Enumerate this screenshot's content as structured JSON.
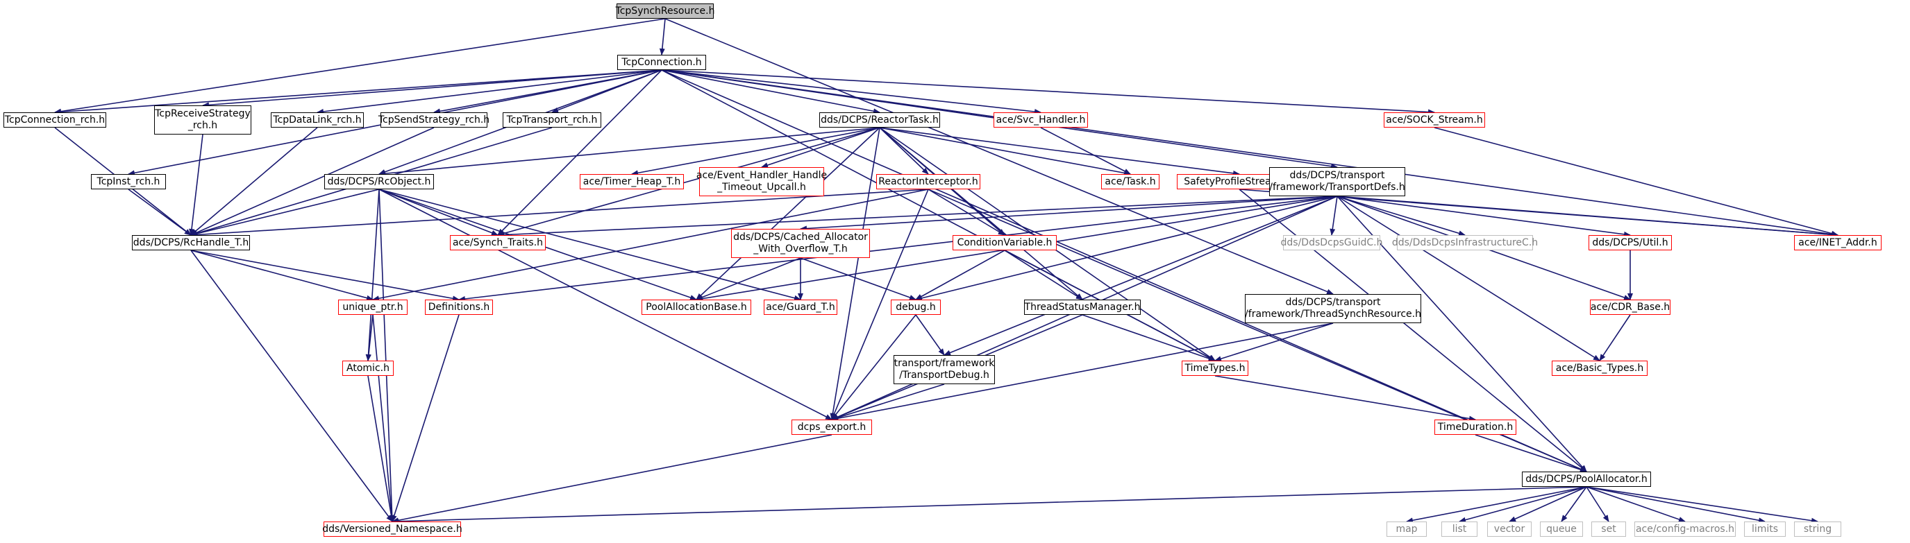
{
  "colors": {
    "edge": "#191970",
    "documented_border": "#000000",
    "undocumented_border": "#ff0000",
    "system_border": "#bfbfbf",
    "root_fill": "#bfbfbf"
  },
  "nodes": [
    {
      "id": "root",
      "label": "TcpSynchResource.h",
      "kind": "root"
    },
    {
      "id": "tcpconn",
      "label": "TcpConnection.h",
      "kind": "black"
    },
    {
      "id": "conn_rch",
      "label": "TcpConnection_rch.h",
      "kind": "black"
    },
    {
      "id": "recvstrat",
      "label": "TcpReceiveStrategy\n_rch.h",
      "kind": "black"
    },
    {
      "id": "datalink",
      "label": "TcpDataLink_rch.h",
      "kind": "black"
    },
    {
      "id": "sendstrat",
      "label": "TcpSendStrategy_rch.h",
      "kind": "black"
    },
    {
      "id": "transport_rch",
      "label": "TcpTransport_rch.h",
      "kind": "black"
    },
    {
      "id": "reactortask",
      "label": "dds/DCPS/ReactorTask.h",
      "kind": "black"
    },
    {
      "id": "svc",
      "label": "ace/Svc_Handler.h",
      "kind": "red"
    },
    {
      "id": "sock",
      "label": "ace/SOCK_Stream.h",
      "kind": "red"
    },
    {
      "id": "inst_rch",
      "label": "TcpInst_rch.h",
      "kind": "black"
    },
    {
      "id": "rcobject",
      "label": "dds/DCPS/RcObject.h",
      "kind": "black"
    },
    {
      "id": "timerheap",
      "label": "ace/Timer_Heap_T.h",
      "kind": "red"
    },
    {
      "id": "evhandler",
      "label": "ace/Event_Handler_Handle\n_Timeout_Upcall.h",
      "kind": "red"
    },
    {
      "id": "task",
      "label": "ace/Task.h",
      "kind": "red"
    },
    {
      "id": "reactorint",
      "label": "ReactorInterceptor.h",
      "kind": "red"
    },
    {
      "id": "safety",
      "label": "SafetyProfileStreams.h",
      "kind": "red"
    },
    {
      "id": "transportdefs",
      "label": "dds/DCPS/transport\n/framework/TransportDefs.h",
      "kind": "black"
    },
    {
      "id": "rchandle",
      "label": "dds/DCPS/RcHandle_T.h",
      "kind": "black"
    },
    {
      "id": "synchtraits",
      "label": "ace/Synch_Traits.h",
      "kind": "red"
    },
    {
      "id": "cachedalloc",
      "label": "dds/DCPS/Cached_Allocator\n_With_Overflow_T.h",
      "kind": "red"
    },
    {
      "id": "condvar",
      "label": "ConditionVariable.h",
      "kind": "red"
    },
    {
      "id": "guidc",
      "label": "dds/DdsDcpsGuidC.h",
      "kind": "grey"
    },
    {
      "id": "infrac",
      "label": "dds/DdsDcpsInfrastructureC.h",
      "kind": "grey"
    },
    {
      "id": "util",
      "label": "dds/DCPS/Util.h",
      "kind": "red"
    },
    {
      "id": "inetaddr",
      "label": "ace/INET_Addr.h",
      "kind": "red"
    },
    {
      "id": "uniqueptr",
      "label": "unique_ptr.h",
      "kind": "red"
    },
    {
      "id": "definitions",
      "label": "Definitions.h",
      "kind": "red"
    },
    {
      "id": "poolallocbase",
      "label": "PoolAllocationBase.h",
      "kind": "red"
    },
    {
      "id": "guard",
      "label": "ace/Guard_T.h",
      "kind": "red"
    },
    {
      "id": "debug",
      "label": "debug.h",
      "kind": "red"
    },
    {
      "id": "threadstatus",
      "label": "ThreadStatusManager.h",
      "kind": "black"
    },
    {
      "id": "threadsynch",
      "label": "dds/DCPS/transport\n/framework/ThreadSynchResource.h",
      "kind": "black"
    },
    {
      "id": "cdrbase",
      "label": "ace/CDR_Base.h",
      "kind": "red"
    },
    {
      "id": "atomic",
      "label": "Atomic.h",
      "kind": "red"
    },
    {
      "id": "transportdebug",
      "label": "transport/framework\n/TransportDebug.h",
      "kind": "black"
    },
    {
      "id": "timetypes",
      "label": "TimeTypes.h",
      "kind": "red"
    },
    {
      "id": "basictypes",
      "label": "ace/Basic_Types.h",
      "kind": "red"
    },
    {
      "id": "dcpsexport",
      "label": "dcps_export.h",
      "kind": "red"
    },
    {
      "id": "timeduration",
      "label": "TimeDuration.h",
      "kind": "red"
    },
    {
      "id": "poolallocator",
      "label": "dds/DCPS/PoolAllocator.h",
      "kind": "black"
    },
    {
      "id": "versioned",
      "label": "dds/Versioned_Namespace.h",
      "kind": "red"
    },
    {
      "id": "map",
      "label": "map",
      "kind": "grey"
    },
    {
      "id": "list",
      "label": "list",
      "kind": "grey"
    },
    {
      "id": "vector",
      "label": "vector",
      "kind": "grey"
    },
    {
      "id": "queue",
      "label": "queue",
      "kind": "grey"
    },
    {
      "id": "set",
      "label": "set",
      "kind": "grey"
    },
    {
      "id": "configmacros",
      "label": "ace/config-macros.h",
      "kind": "grey"
    },
    {
      "id": "limits",
      "label": "limits",
      "kind": "grey"
    },
    {
      "id": "string",
      "label": "string",
      "kind": "grey"
    }
  ],
  "edges": [
    [
      "root",
      "tcpconn"
    ],
    [
      "root",
      "conn_rch"
    ],
    [
      "root",
      "threadsynch"
    ],
    [
      "tcpconn",
      "conn_rch"
    ],
    [
      "tcpconn",
      "recvstrat"
    ],
    [
      "tcpconn",
      "datalink"
    ],
    [
      "tcpconn",
      "sendstrat"
    ],
    [
      "tcpconn",
      "transport_rch"
    ],
    [
      "tcpconn",
      "reactortask"
    ],
    [
      "tcpconn",
      "svc"
    ],
    [
      "tcpconn",
      "sock"
    ],
    [
      "tcpconn",
      "inst_rch"
    ],
    [
      "tcpconn",
      "rcobject"
    ],
    [
      "tcpconn",
      "transportdefs"
    ],
    [
      "tcpconn",
      "inetaddr"
    ],
    [
      "tcpconn",
      "timetypes"
    ],
    [
      "tcpconn",
      "synchtraits"
    ],
    [
      "tcpconn",
      "poolallocator"
    ],
    [
      "conn_rch",
      "rchandle"
    ],
    [
      "recvstrat",
      "rchandle"
    ],
    [
      "datalink",
      "rchandle"
    ],
    [
      "sendstrat",
      "rchandle"
    ],
    [
      "transport_rch",
      "rchandle"
    ],
    [
      "inst_rch",
      "rchandle"
    ],
    [
      "reactortask",
      "rcobject"
    ],
    [
      "reactortask",
      "timerheap"
    ],
    [
      "reactortask",
      "evhandler"
    ],
    [
      "reactortask",
      "task"
    ],
    [
      "reactortask",
      "reactorint"
    ],
    [
      "reactortask",
      "safety"
    ],
    [
      "reactortask",
      "condvar"
    ],
    [
      "reactortask",
      "threadstatus"
    ],
    [
      "reactortask",
      "timetypes"
    ],
    [
      "reactortask",
      "dcpsexport"
    ],
    [
      "reactortask",
      "poolallocbase"
    ],
    [
      "reactortask",
      "synchtraits"
    ],
    [
      "svc",
      "task"
    ],
    [
      "sock",
      "inetaddr"
    ],
    [
      "rcobject",
      "rchandle"
    ],
    [
      "rcobject",
      "synchtraits"
    ],
    [
      "rcobject",
      "guard"
    ],
    [
      "rcobject",
      "atomic"
    ],
    [
      "rcobject",
      "poolallocbase"
    ],
    [
      "rcobject",
      "dcpsexport"
    ],
    [
      "rcobject",
      "versioned"
    ],
    [
      "reactorint",
      "rchandle"
    ],
    [
      "reactorint",
      "condvar"
    ],
    [
      "reactorint",
      "uniqueptr"
    ],
    [
      "reactorint",
      "dcpsexport"
    ],
    [
      "reactorint",
      "poolallocator"
    ],
    [
      "safety",
      "inetaddr"
    ],
    [
      "safety",
      "poolallocator"
    ],
    [
      "transportdefs",
      "guidc"
    ],
    [
      "transportdefs",
      "infrac"
    ],
    [
      "transportdefs",
      "util"
    ],
    [
      "transportdefs",
      "inetaddr"
    ],
    [
      "transportdefs",
      "cachedalloc"
    ],
    [
      "transportdefs",
      "cdrbase"
    ],
    [
      "transportdefs",
      "basictypes"
    ],
    [
      "transportdefs",
      "transportdebug"
    ],
    [
      "transportdefs",
      "debug"
    ],
    [
      "transportdefs",
      "poolallocbase"
    ],
    [
      "transportdefs",
      "definitions"
    ],
    [
      "transportdefs",
      "synchtraits"
    ],
    [
      "transportdefs",
      "dcpsexport"
    ],
    [
      "transportdefs",
      "poolallocator"
    ],
    [
      "rchandle",
      "uniqueptr"
    ],
    [
      "rchandle",
      "definitions"
    ],
    [
      "rchandle",
      "versioned"
    ],
    [
      "cachedalloc",
      "poolallocbase"
    ],
    [
      "cachedalloc",
      "guard"
    ],
    [
      "cachedalloc",
      "debug"
    ],
    [
      "condvar",
      "debug"
    ],
    [
      "condvar",
      "threadstatus"
    ],
    [
      "condvar",
      "timetypes"
    ],
    [
      "util",
      "cdrbase"
    ],
    [
      "cdrbase",
      "basictypes"
    ],
    [
      "uniqueptr",
      "atomic"
    ],
    [
      "uniqueptr",
      "versioned"
    ],
    [
      "definitions",
      "versioned"
    ],
    [
      "debug",
      "transportdebug"
    ],
    [
      "debug",
      "dcpsexport"
    ],
    [
      "threadstatus",
      "timetypes"
    ],
    [
      "threadstatus",
      "dcpsexport"
    ],
    [
      "threadsynch",
      "timetypes"
    ],
    [
      "threadsynch",
      "dcpsexport"
    ],
    [
      "atomic",
      "versioned"
    ],
    [
      "transportdebug",
      "dcpsexport"
    ],
    [
      "timetypes",
      "timeduration"
    ],
    [
      "timeduration",
      "poolallocator"
    ],
    [
      "dcpsexport",
      "versioned"
    ],
    [
      "poolallocator",
      "versioned"
    ],
    [
      "poolallocator",
      "map"
    ],
    [
      "poolallocator",
      "list"
    ],
    [
      "poolallocator",
      "vector"
    ],
    [
      "poolallocator",
      "queue"
    ],
    [
      "poolallocator",
      "set"
    ],
    [
      "poolallocator",
      "configmacros"
    ],
    [
      "poolallocator",
      "limits"
    ],
    [
      "poolallocator",
      "string"
    ]
  ]
}
